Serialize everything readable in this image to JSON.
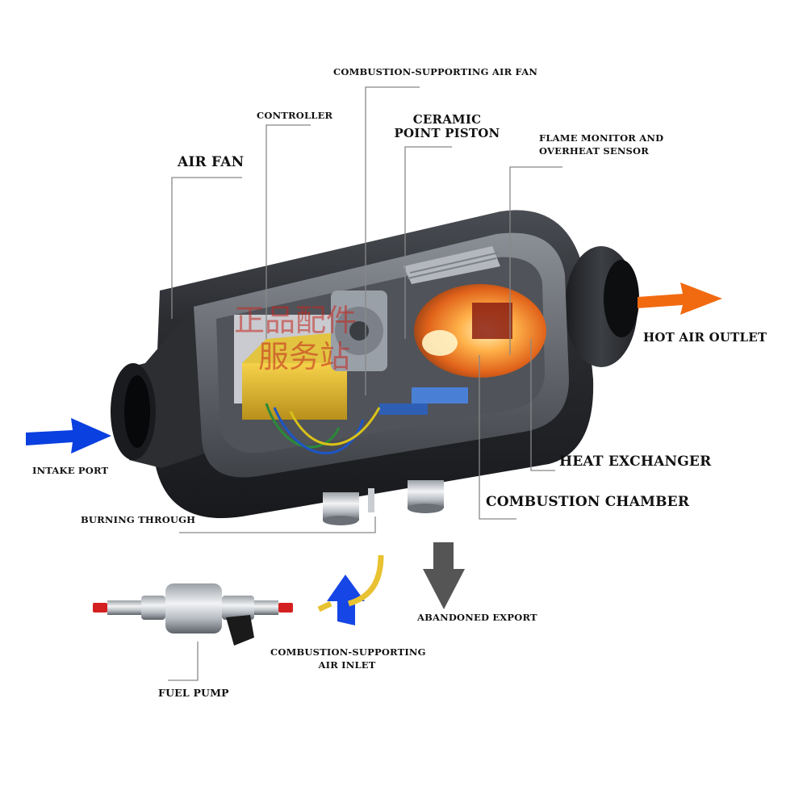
{
  "labels": {
    "combustion_air_fan": "COMBUSTION-SUPPORTING AIR FAN",
    "controller": "CONTROLLER",
    "ceramic_piston_line1": "CERAMIC",
    "ceramic_piston_line2": "POINT PISTON",
    "flame_monitor_line1": "FLAME MONITOR AND",
    "flame_monitor_line2": "OVERHEAT SENSOR",
    "air_fan": "AIR FAN",
    "hot_air_outlet": "HOT AIR OUTLET",
    "intake_port": "INTAKE PORT",
    "heat_exchanger": "HEAT EXCHANGER",
    "combustion_chamber": "COMBUSTION CHAMBER",
    "burning_through": "BURNING THROUGH",
    "abandoned_export": "ABANDONED EXPORT",
    "air_inlet_line1": "COMBUSTION-SUPPORTING",
    "air_inlet_line2": "AIR INLET",
    "fuel_pump": "FUEL PUMP"
  },
  "watermark": "正品配件 服务站",
  "colors": {
    "intake_arrow": "#0a3fe0",
    "outlet_arrow": "#f26a10",
    "inlet_arrow": "#1646e6",
    "exhaust_arrow": "#555555",
    "housing": "#2a2c30",
    "leader_line": "#888888"
  }
}
